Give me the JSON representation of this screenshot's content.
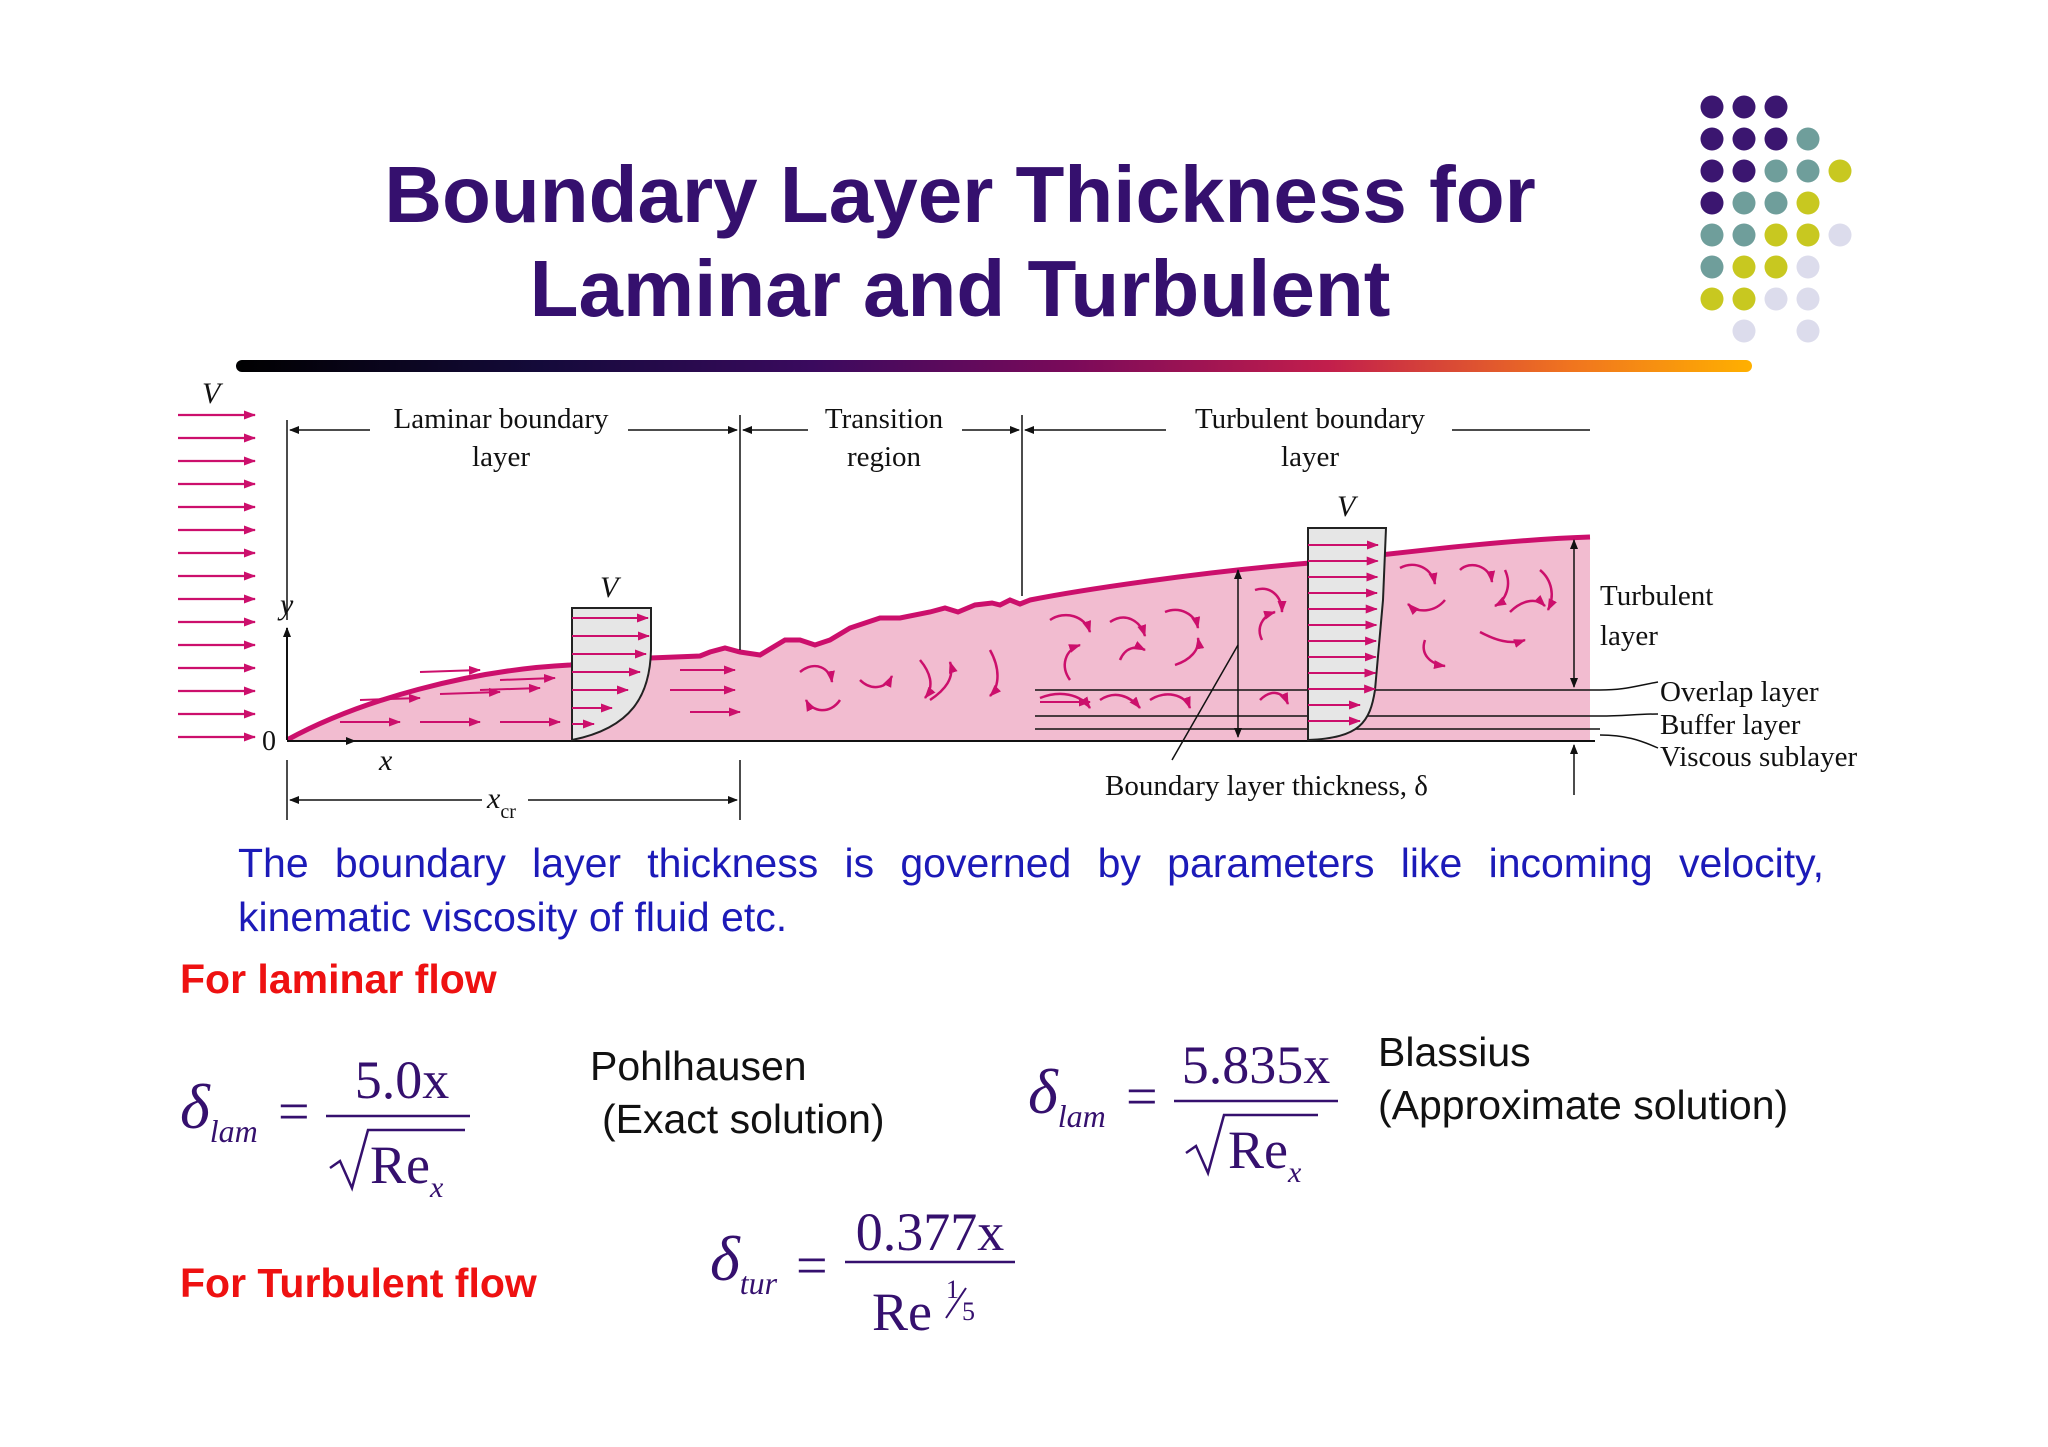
{
  "title": {
    "line1": "Boundary Layer Thickness for",
    "line2": "Laminar and Turbulent"
  },
  "decoration": {
    "dot_colors": [
      "#3b1670",
      "#6f9e9b",
      "#c8c820",
      "#dcdcec"
    ],
    "rule_colors": [
      "#000000",
      "#3a0a5e",
      "#c21e4c",
      "#ffb000"
    ]
  },
  "diagram": {
    "freestream_label": "V",
    "laminar_label": [
      "Laminar boundary",
      "layer"
    ],
    "transition_label": [
      "Transition",
      "region"
    ],
    "turbulent_label": [
      "Turbulent boundary",
      "layer"
    ],
    "laminar_profile_label": "V",
    "turbulent_profile_label": "V",
    "y_axis_label": "y",
    "x_axis_label": "x",
    "origin_label": "0",
    "xcr_label": "x",
    "xcr_subscript": "cr",
    "turbulent_layer_label": [
      "Turbulent",
      "layer"
    ],
    "overlap_label": "Overlap layer",
    "buffer_label": "Buffer layer",
    "viscous_label": "Viscous sublayer",
    "thickness_label": "Boundary layer thickness, δ",
    "colors": {
      "fill": "#f2bcd0",
      "edge": "#cc0f6c",
      "arrow": "#cc0f6c"
    }
  },
  "description": "The boundary layer thickness is governed by parameters like incoming velocity, kinematic viscosity of fluid etc.",
  "laminar_heading": "For laminar flow",
  "turbulent_heading": "For Turbulent flow",
  "equations": {
    "pohlhausen": {
      "symbol": "δ",
      "sub": "lam",
      "equals": "=",
      "numerator": "5.0x",
      "radical": "√",
      "denominator": "Re",
      "den_sub": "x"
    },
    "blasius": {
      "symbol": "δ",
      "sub": "lam",
      "equals": "=",
      "numerator": "5.835x",
      "radical": "√",
      "denominator": "Re",
      "den_sub": "x"
    },
    "turbulent": {
      "symbol": "δ",
      "sub": "tur",
      "equals": "=",
      "numerator": "0.377x",
      "denominator": "Re",
      "exp_num": "1",
      "exp_den": "5"
    }
  },
  "pohlhausen_note": [
    "Pohlhausen",
    "(Exact solution)"
  ],
  "blasius_note": [
    "Blassius",
    "(Approximate solution)"
  ]
}
